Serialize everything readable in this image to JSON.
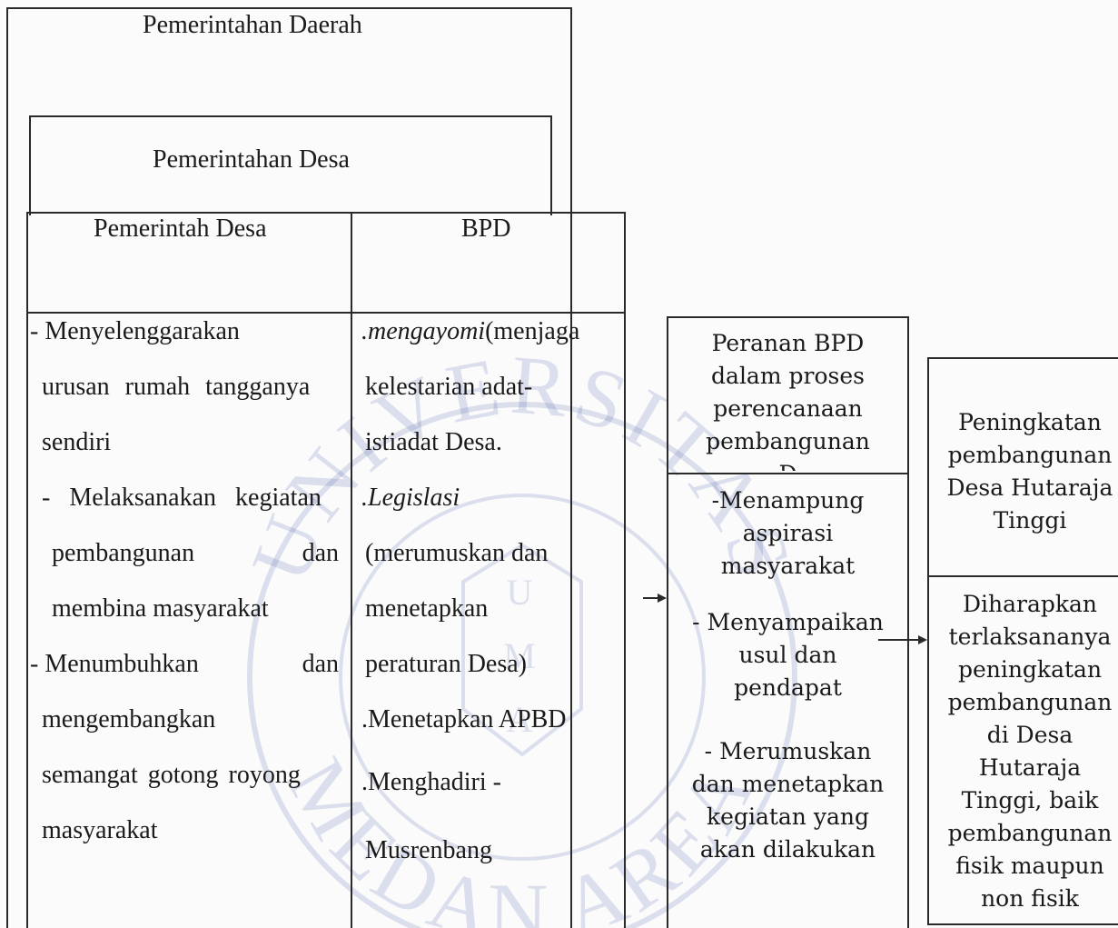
{
  "outer": {
    "title": "Pemerintahan Daerah"
  },
  "inner": {
    "title": "Pemerintahan Desa"
  },
  "table": {
    "col1_header": "Pemerintah Desa",
    "col2_header": "BPD",
    "col1_lines": [
      "- Menyelenggarakan",
      "urusan rumah tangganya",
      "sendiri",
      "- Melaksanakan kegiatan",
      "pembangunan dan",
      "membina masyarakat",
      "- Menumbuhkan dan",
      "mengembangkan",
      "semangat gotong royong",
      "masyarakat"
    ],
    "col2_lines": [
      {
        "italic": ".mengayomi",
        "rest": "(menjaga"
      },
      {
        "text": "kelestarian adat-"
      },
      {
        "text": "istiadat Desa."
      },
      {
        "italic": ".Legislasi",
        "rest": ""
      },
      {
        "text": "(merumuskan dan"
      },
      {
        "text": "menetapkan"
      },
      {
        "text": "peraturan Desa)"
      },
      {
        "text": ".Menetapkan APBD"
      },
      {
        "text": ".Menghadiri -"
      },
      {
        "text": "Musrenbang"
      }
    ]
  },
  "peranan": {
    "title_lines": [
      "Peranan BPD",
      "dalam proses",
      "perencanaan",
      "pembangunan",
      "D"
    ],
    "items": [
      [
        "-Menampung",
        "aspirasi",
        "masyarakat"
      ],
      [
        "- Menyampaikan",
        "usul dan",
        "pendapat"
      ],
      [
        "- Merumuskan",
        "dan menetapkan",
        "kegiatan yang",
        "akan dilakukan"
      ]
    ]
  },
  "peningkatan": {
    "title_lines": [
      "Peningkatan",
      "pembangunan",
      "Desa Hutaraja",
      "Tinggi"
    ],
    "body_lines": [
      "Diharapkan",
      "terlaksananya",
      "peningkatan",
      "pembangunan",
      "di Desa",
      "Hutaraja",
      "Tinggi, baik",
      "pembangunan",
      "fisik maupun",
      "non fisik"
    ]
  },
  "watermark": {
    "top_text": "UNIVERSITAS",
    "bottom_text": "MEDAN AREA",
    "center_letters": [
      "U",
      "M",
      "A"
    ]
  }
}
